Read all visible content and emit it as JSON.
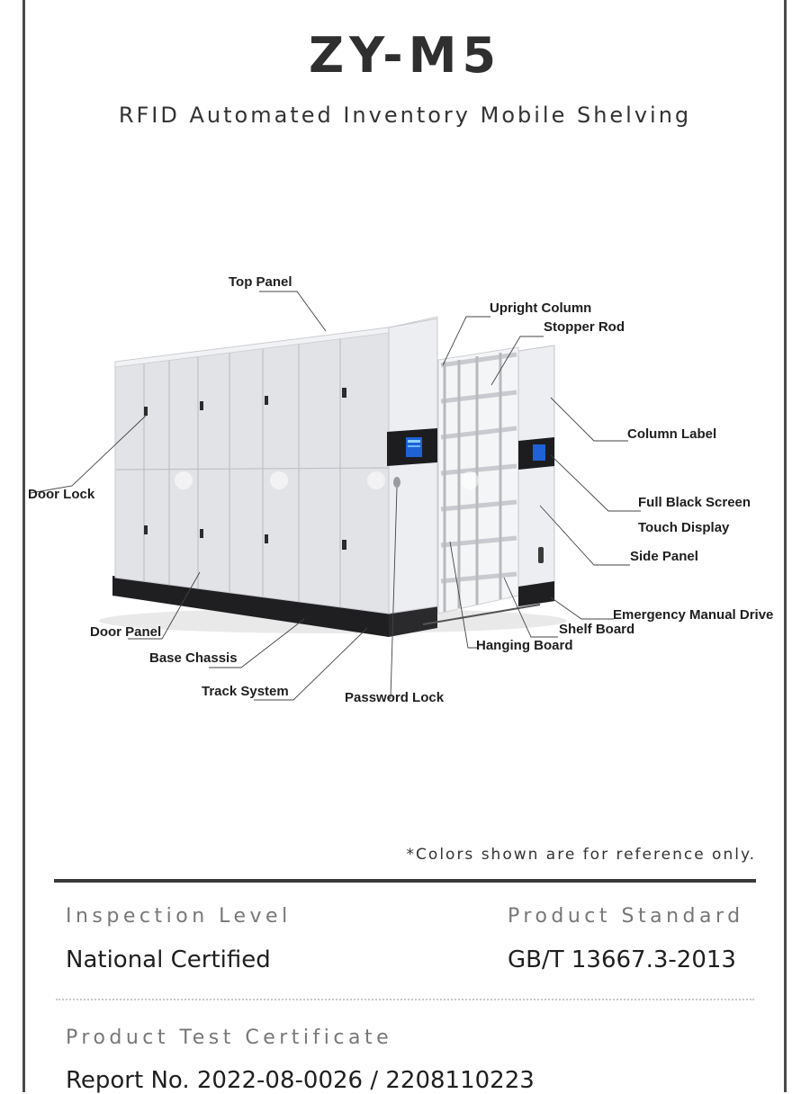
{
  "header": {
    "title": "ZY-M5",
    "subtitle": "RFID Automated Inventory Mobile Shelving"
  },
  "diagram": {
    "labels": {
      "top_panel": "Top Panel",
      "upright_column": "Upright Column",
      "stopper_rod": "Stopper Rod",
      "column_label": "Column Label",
      "door_lock": "Door Lock",
      "full_black_screen": "Full Black Screen",
      "touch_display": "Touch Display",
      "side_panel": "Side Panel",
      "emergency_manual_drive": "Emergency Manual Drive",
      "shelf_board": "Shelf Board",
      "hanging_board": "Hanging Board",
      "door_panel": "Door Panel",
      "base_chassis": "Base Chassis",
      "track_system": "Track System",
      "password_lock": "Password Lock"
    },
    "colors": {
      "cabinet_body": "#e4e5e9",
      "cabinet_door": "#dfe0e4",
      "base": "#1f1f22",
      "screen": "#1e62d6"
    }
  },
  "note": "*Colors shown are for reference only.",
  "specs": {
    "inspection_level_label": "Inspection Level",
    "inspection_level_value": "National Certified",
    "product_standard_label": "Product Standard",
    "product_standard_value": "GB/T 13667.3-2013",
    "test_certificate_label": "Product Test Certificate",
    "test_certificate_value": "Report No. 2022-08-0026 / 2208110223"
  }
}
